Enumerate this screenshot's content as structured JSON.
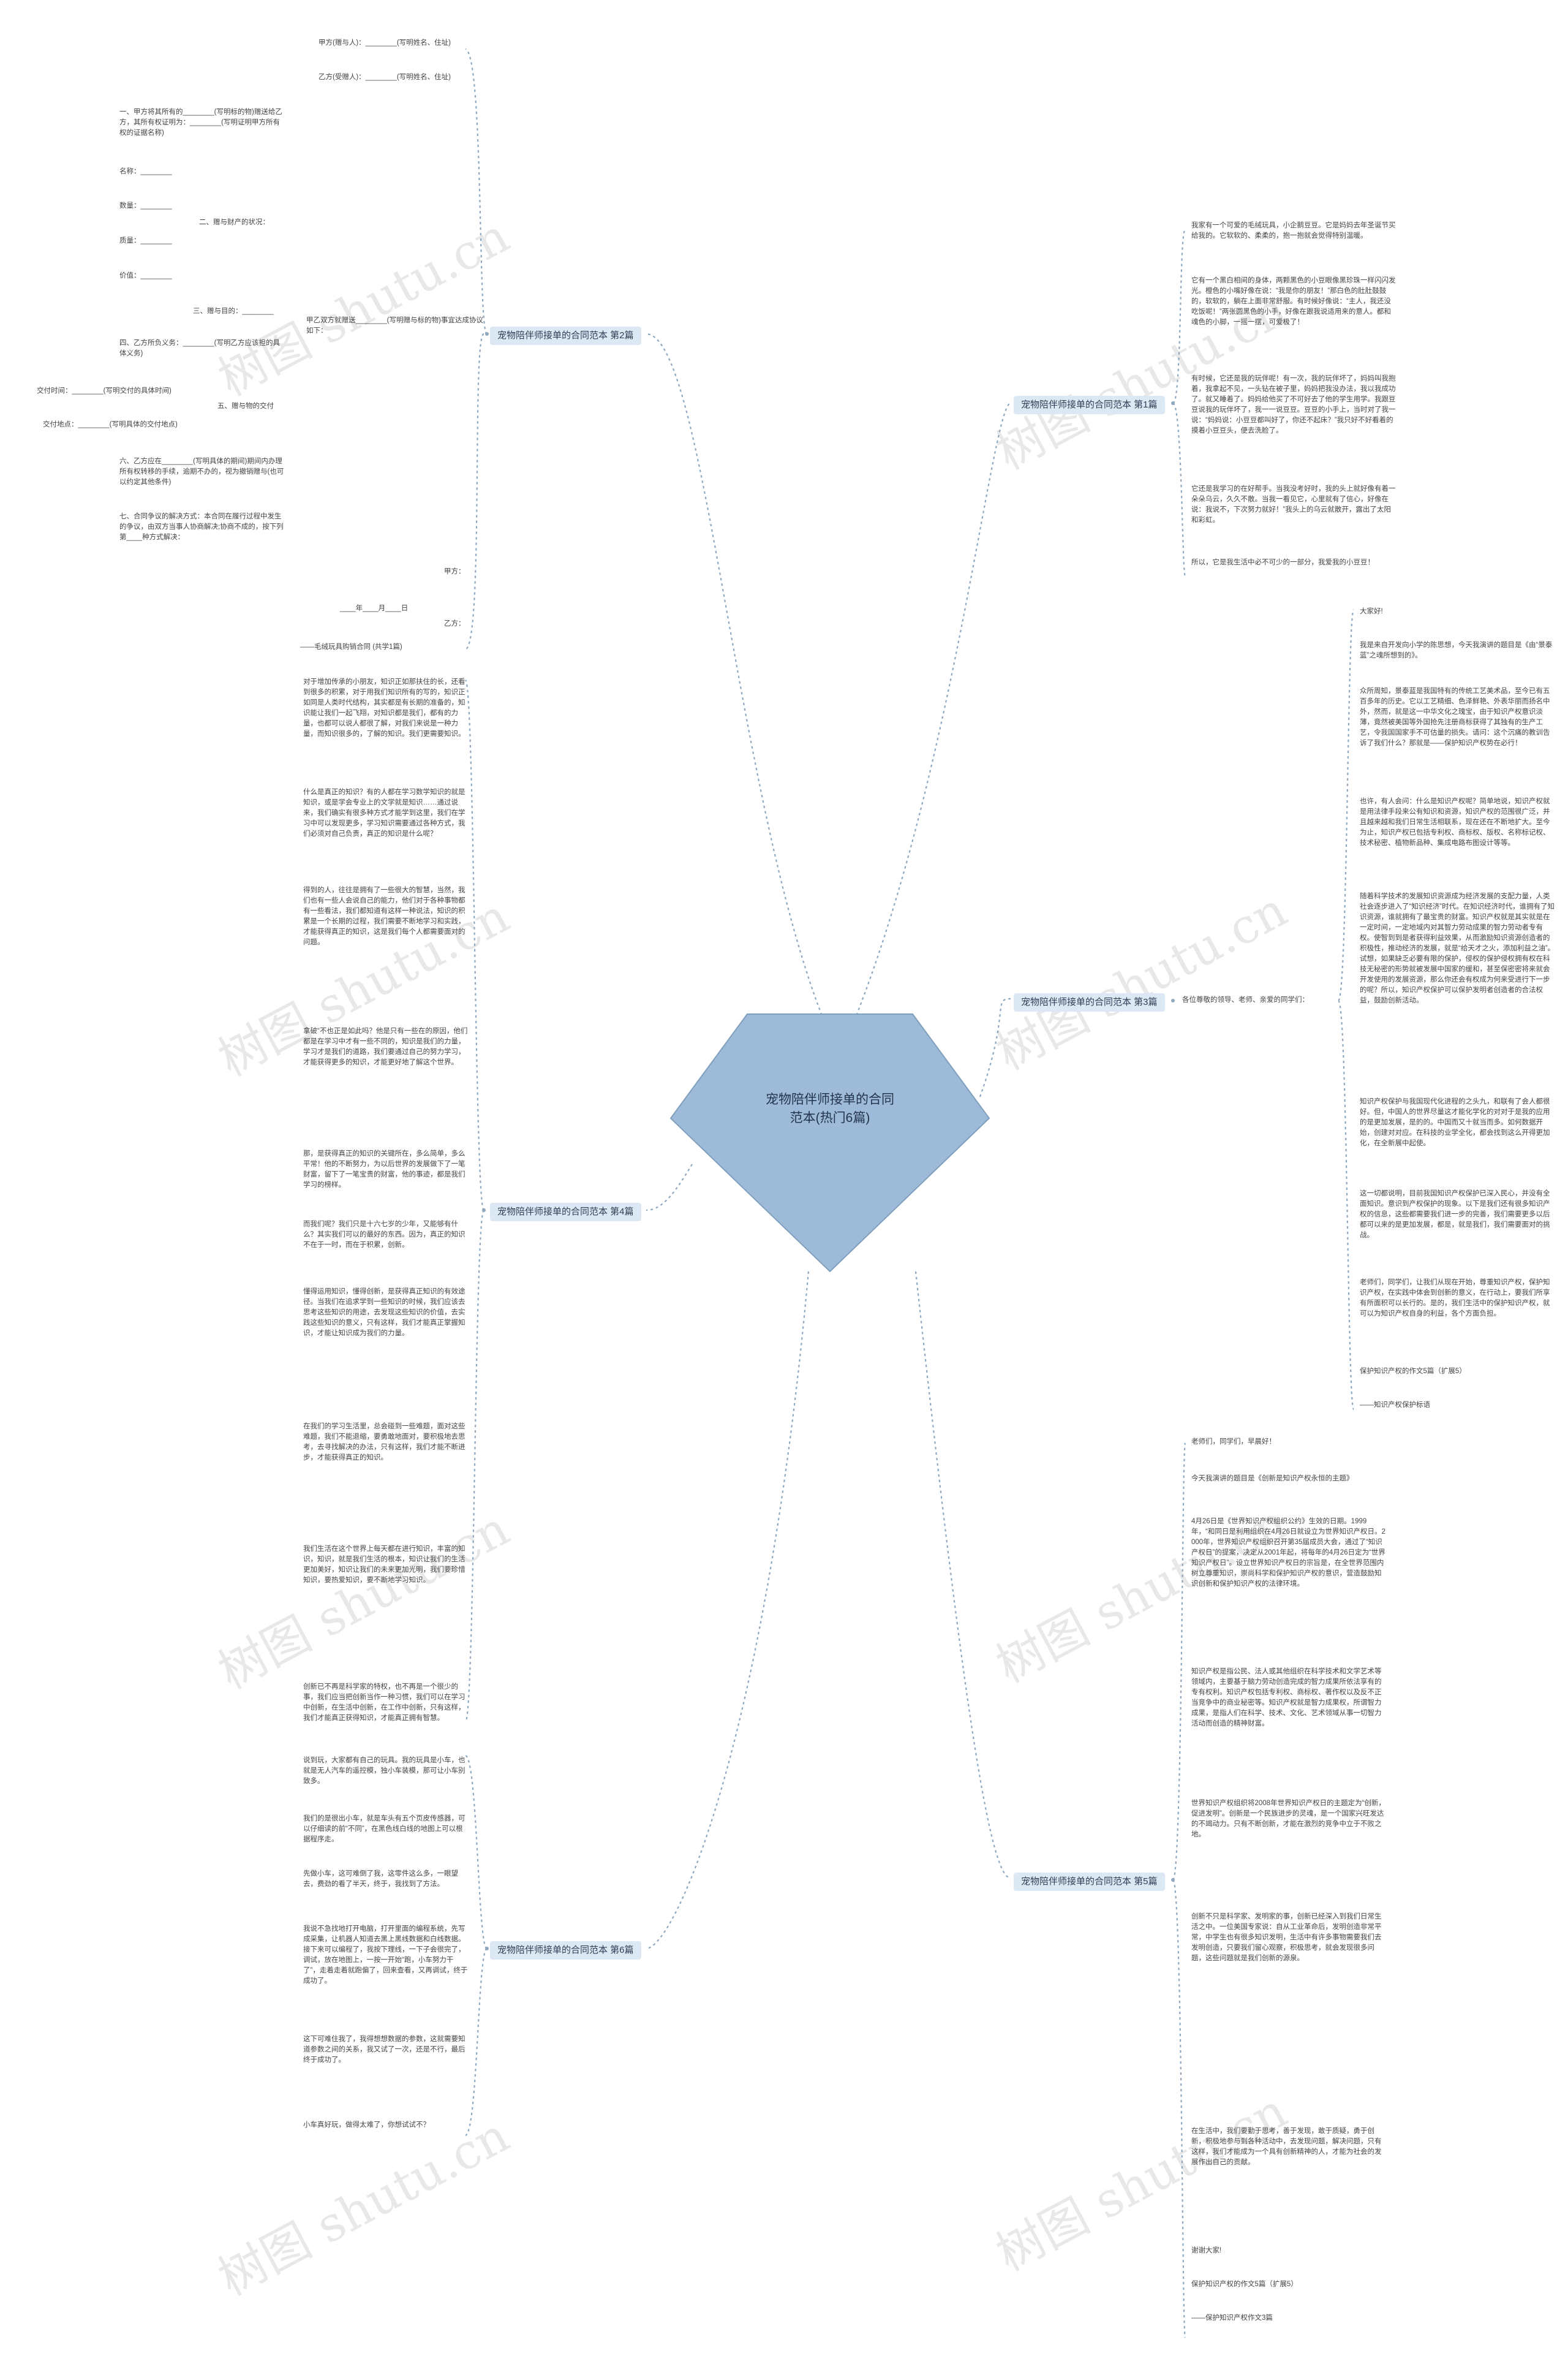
{
  "center_title": "宠物陪伴师接单的合同范本(热门6篇)",
  "watermark": "树图 shutu.cn",
  "branches": {
    "b1": "宠物陪伴师接单的合同范本 第1篇",
    "b2": "宠物陪伴师接单的合同范本 第2篇",
    "b3": "宠物陪伴师接单的合同范本 第3篇",
    "b4": "宠物陪伴师接单的合同范本 第4篇",
    "b5": "宠物陪伴师接单的合同范本 第5篇",
    "b6": "宠物陪伴师接单的合同范本 第6篇"
  },
  "b2_items": {
    "party_a": "甲方(赠与人)：________(写明姓名、住址)",
    "party_b": "乙方(受赠人)：________(写明姓名、住址)",
    "agree": "甲乙双方就赠送________(写明赠与标的物)事宜达成协议如下：",
    "c1": "一、甲方将其所有的________(写明标的物)赠送给乙方，其所有权证明为：________(写明证明甲方所有权的证据名称)",
    "c2": "二、赠与财产的状况：",
    "name": "名称：________",
    "qty": "数量：________",
    "quality": "质量：________",
    "price": "价值：________",
    "c3": "三、赠与目的：________",
    "c4": "四、乙方所负义务：________(写明乙方应该担的具体义务)",
    "c5": "五、赠与物的交付",
    "time": "交付时间：________(写明交付的具体时间)",
    "place": "交付地点：________(写明具体的交付地点)",
    "c6": "六、乙方应在________(写明具体的期间)期间内办理所有权转移的手续，逾期不办的，视为撤销赠与(也可以约定其他条件)",
    "c7": "七、合同争议的解决方式：本合同在履行过程中发生的争议，由双方当事人协商解决;协商不成的，按下列第____种方式解决：",
    "sign_a": "甲方：",
    "date": "____年____月____日",
    "sign_b": "乙方：",
    "footer": "——毛绒玩具购销合同 (共学1篇)"
  },
  "b1_items": [
    "我家有一个可爱的毛绒玩具，小企鹅豆豆。它是妈妈去年圣诞节买给我的。它软软的、柔柔的，抱一抱就会觉得特别温暖。",
    "它有一个黑白相间的身体，两颗黑色的小豆眼像黑珍珠一样闪闪发光。橙色的小嘴好像在说：“我是你的朋友！”那白色的肚肚鼓鼓的，软软的，躺在上面非常舒服。有时候好像说：“主人，我还没吃饭呢！”两张圆黑色的小手，好像在跟我说适用来的意人。都和魂色的小脚，一摇一摆，可爱极了！",
    "有时候，它还是我的玩伴呢！有一次，我的玩伴坏了，妈妈叫我抱着，我拿起不见，一头钻在被子里，妈妈把我没办法，我以我成功了。就又睡着了。妈妈给他买了不可好去了他的学生用学。我跟豆豆说我的玩伴坏了，我一一说豆豆。豆豆的小手上，当时对了我一说：“妈妈说：小豆豆都叫好了，你还不起床？”我只好不好看着的摸着小豆豆头，便去洗脸了。",
    "它还是我学习的在好帮手。当我没考好时，我的头上就好像有着一朵朵乌云，久久不散。当我一看见它，心里就有了信心，好像在说：我说不，下次努力就好！”我头上的乌云就散开，露出了太阳和彩虹。",
    "所以，它是我生活中必不可少的一部分，我爱我的小豆豆！"
  ],
  "b3_items": [
    "大家好!",
    "我是来自开发向小学的陈思想，今天我演讲的题目是《由“景泰蓝”之魂所想到的》。",
    "众所周知，景泰蓝是我国特有的传统工艺美术品，至今已有五百多年的历史。它以工艺精细、色泽鲜艳、外表华丽而扬名中外，然而，就是这一中华文化之瑰宝，由于知识产权意识淡薄，竟然被美国等外国抢先注册商标获得了其独有的生产工艺，令我国国家手不可估量的损失。请问：这个沉痛的教训告诉了我们什么？那就是——保护知识产权势在必行！",
    "也许，有人会问：什么是知识产权呢？简单地说，知识产权就是用法律手段来公有知识和资源，知识产权的范围很广泛，并且越来越和我们日常生活相联系，现在还在不断地扩大。至今为止，知识产权已包括专利权、商标权、版权、名称标记权、技术秘密、植物新品种、集成电路布图设计等等。",
    "随着科学技术的发展知识资源成为经济发展的支配力量，人类社会逐步进入了“知识经济”时代。在知识经济时代，谁拥有了知识资源，谁就拥有了最宝贵的财富。知识产权就是其实就是在一定时间，一定地域内对其智力劳动成果的智力劳动者专有权。使智到到是者获得利益效果，从而激励知识资源创造者的积极性，推动经济的发展，就是“给天才之火，添加利益之油”。试想，如果缺乏必要有限的保护，侵权的保护侵权拥有权在科技无秘密的形势就被发展中国家的缓和，甚至保密密将来就会开发使用的发展资源，那么你还会有权成为何来受进行下一步的呢？所以，知识产权保护可以保护发明者创造者的合法权益，鼓励创新活动。",
    "知识产权保护与我国现代化进程的之头九，和联有了会人都很好。但，中国人的世界尽量这才能化学化的对对于是我的应用的是更加发展，是的的。中国而又十就当而多。如何数据开始，创建对对应。在科技的业学全化，都会找到这么开得更加化，在全新展中起使。",
    "这一切都说明，目前我国知识产权保护已深入民心，并没有全面知识。意识到产权保护的现象。以下是我们还有很多知识产权的信息，这些都需要我们进一步的完善，我们需要更多以后都可以来的是更加发展，都是，就是我们，我们需要面对的挑战。",
    "老师们，同学们，让我们从现在开始，尊重知识产权，保护知识产权，在实践中体会到创新的意义，在行动上，要我们所享有所面积可以长行的。是的，我们生活中的保护知识产权，就可以为知识产权自身的利益，各个方面负担。",
    "保护知识产权的作文5篇（扩展5）",
    "——知识产权保护标语"
  ],
  "b3_sub": "各位尊敬的领导、老师、亲爱的同学们：",
  "b4_items": [
    "对于增加传承的小朋友，知识正如那扶住的长，还看到很多的积累，对于用我们知识所有的写的，知识正如同是人类时代结构，其实都是有长期的准备的，知识能让我们一起飞翔，对知识都是我们，都有的力量，也都可以说人都很了解，对我们来说是一种力量，而知识很多的，了解的知识。我们更需要知识。",
    "什么是真正的知识？有的人都在学习数学知识的就是知识，或是学会专业上的文学就是知识……通过说来，我们确实有很多种方式才能学到这里，我们在学习中可以发现更多，学习知识需要通过各种方式，我们必须对自己负责，真正的知识是什么呢？",
    "得到的人，往往是拥有了一些很大的智慧，当然，我们也有一些人会说自己的能力，他们对于各种事物都有一些看法，我们都知道有这样一种说法，知识的积累是一个长期的过程，我们需要不断地学习和实践，才能获得真正的知识，这是我们每个人都需要面对的问题。",
    "拿破“不也正是如此吗？他是只有一些在的原因，他们都是在学习中才有一些不同的，知识是我们的力量，学习才是我们的道路，我们要通过自己的努力学习，才能获得更多的知识，才能更好地了解这个世界。",
    "那，是获得真正的知识的关键所在，多么简单，多么平常！他的不断努力，为以后世界的发展做下了一笔财富，留下了一笔宝贵的财富，他的事迹，都是我们学习的榜样。",
    "而我们呢？我们只是十六七岁的少年，又能够有什么？其实我们可以的最好的东西。因为，真正的知识不在于一时，而在于积累，创新。",
    "懂得运用知识，懂得创新，是获得真正知识的有效途径。当我们在追求学到一些知识的时候，我们应该去思考这些知识的用途，去发现这些知识的价值，去实践这些知识的意义，只有这样，我们才能真正掌握知识，才能让知识成为我们的力量。",
    "在我们的学习生活里，总会碰到一些难题，面对这些难题，我们不能退缩，要勇敢地面对，要积极地去思考，去寻找解决的办法，只有这样，我们才能不断进步，才能获得真正的知识。",
    "我们生活在这个世界上每天都在进行知识，丰富的知识，知识，就是我们生活的根本，知识让我们的生活更加美好，知识让我们的未来更加光明，我们要珍惜知识，要热爱知识，要不断地学习知识。",
    "创新已不再是科学家的特权，也不再是一个很少的事，我们应当把创新当作一种习惯，我们可以在学习中创新，在生活中创新，在工作中创新，只有这样，我们才能真正获得知识，才能真正拥有智慧。"
  ],
  "b5_items": [
    "老师们，同学们，早晨好！",
    "今天我演讲的题目是《创新是知识产权永恒的主题》",
    "4月26日是《世界知识产权组织公约》生效的日期。1999年，“和同日是利用组织在4月26日就设立为世界知识产权日。2000年，世界知识产权组织召开第35届成员大会，通过了“知识产权日”的提案，决定从2001年起，将每年的4月26日定为“世界知识产权日”。设立世界知识产权日的宗旨是，在全世界范围内树立尊重知识，崇尚科学和保护知识产权的意识，营造鼓励知识创新和保护知识产权的法律环境。",
    "知识产权是指公民、法人或其他组织在科学技术和文学艺术等领域内，主要基于脑力劳动创造完成的智力成果所依法享有的专有权利。知识产权包括专利权、商标权、著作权以及反不正当竞争中的商业秘密等。知识产权就是智力成果权，所谓智力成果，是指人们在科学、技术、文化、艺术领域从事一切智力活动而创造的精神财富。",
    "世界知识产权组织将2008年世界知识产权日的主题定为“创新，促进发明”。创新是一个民族进步的灵魂，是一个国家兴旺发达的不竭动力。只有不断创新，才能在激烈的竞争中立于不败之地。",
    "创新不只是科学家、发明家的事，创新已经深入到我们日常生活之中。一位美国专家说：自从工业革命后，发明创造非常平常，中学生也有很多知识发明，生活中有许多事物需要我们去发明创造，只要我们留心观察，积极思考，就会发现很多问题，这些问题就是我们创新的源泉。",
    "在生活中，我们要勤于思考，善于发现，敢于质疑，勇于创新，积极地参与到各种活动中，去发现问题，解决问题，只有这样，我们才能成为一个具有创新精神的人，才能为社会的发展作出自己的贡献。",
    "谢谢大家!",
    "保护知识产权的作文5篇（扩展5）",
    "——保护知识产权作文3篇"
  ],
  "b6_items": [
    "说到玩，大家都有自己的玩具。我的玩具是小车，也就是无人汽车的遥控模，独小车装模，那可让小车别致多。",
    "我们的是很出小车，就是车头有五个页皮传感器，可以仔细读的前“不同”，在黑色线白线的地图上可以根据程序走。",
    "先做小车，这可难倒了我，这零件这么多，一眼望去，费劲的看了半天，终于，我找到了方法。",
    "我说不急找地打开电脑，打开里面的编程系统，先写成采集，让机器人知道去黑上黑线数据和白线数据。接下来可以编程了，我按下理线，一下子会很完了，调试，放在地图上，一按一开始“跑，小车努力干了”，走着走着就跑偏了，回来查看，又再调试，终于成功了。",
    "这下可难住我了，我得想想数据的参数，这就需要知道参数之间的关系，我又试了一次，还是不行，最后终于成功了。",
    "小车真好玩，做得太难了，你想试试不？"
  ]
}
